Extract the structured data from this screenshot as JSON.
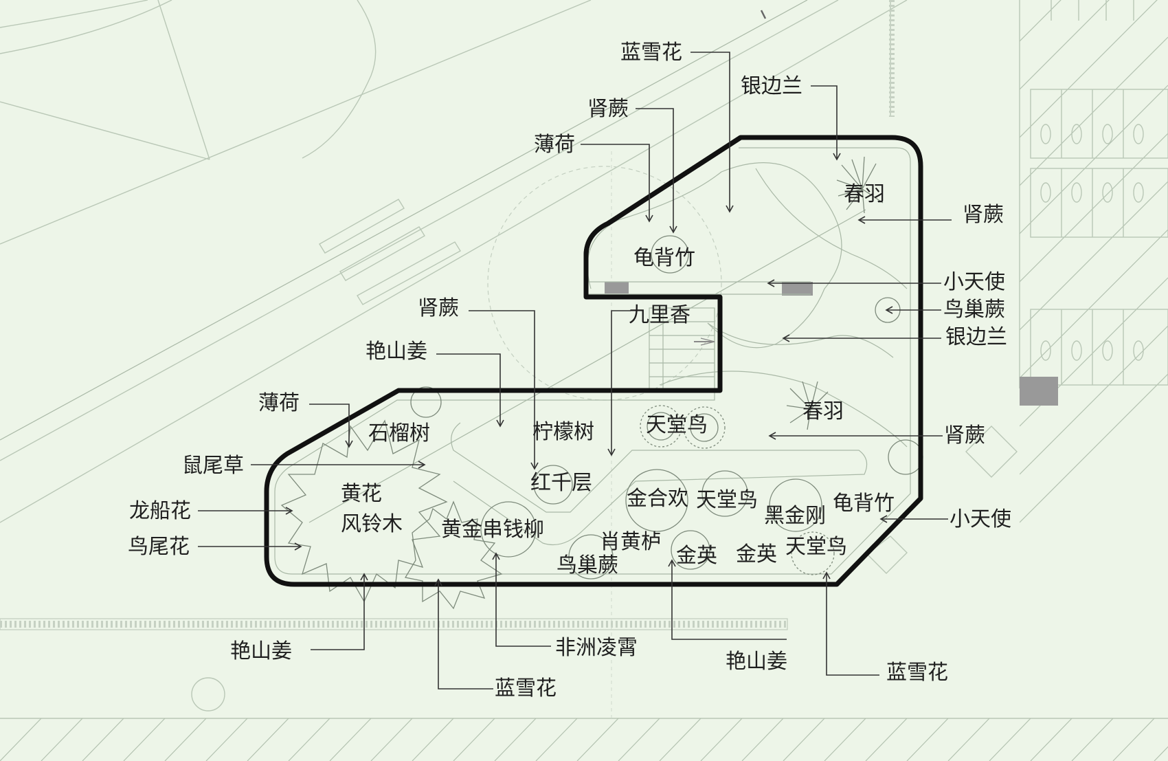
{
  "outside_labels": {
    "top_lanxuehua": "蓝雪花",
    "top_yinbianlan": "银边兰",
    "top_shenjue": "肾蕨",
    "top_bohe": "薄荷",
    "right_shenjue_1": "肾蕨",
    "right_xiaotianshi_1": "小天使",
    "right_niaochaojue": "鸟巢蕨",
    "right_yinbianlan": "银边兰",
    "right_shenjue_2": "肾蕨",
    "right_xiaotianshi_2": "小天使",
    "left_shenjue": "肾蕨",
    "left_yanshanjiang": "艳山姜",
    "left_bohe": "薄荷",
    "left_shuweicao": "鼠尾草",
    "left_longchuanhua": "龙船花",
    "left_niaoweihua": "鸟尾花",
    "bottom_yanshanjiang_1": "艳山姜",
    "bottom_lanxuehua_1": "蓝雪花",
    "bottom_feizhoulingxiao": "非洲凌霄",
    "bottom_yanshanjiang_2": "艳山姜",
    "bottom_lanxuehua_2": "蓝雪花"
  },
  "inside_labels": {
    "chunyu_1": "春羽",
    "guibeizhu_1": "龟背竹",
    "jiulixiang": "九里香",
    "chunyu_2": "春羽",
    "shiliushu": "石榴树",
    "ningmengshu": "柠檬树",
    "tiantangniao_1": "天堂鸟",
    "hongqianceng": "红千层",
    "huanghua_1": "黄花",
    "huanghua_2": "风铃木",
    "huangjinchuanqianliu": "黄金串钱柳",
    "jinhehuan": "金合欢",
    "tiantangniao_2": "天堂鸟",
    "heijingang": "黑金刚",
    "guibeizhu_2": "龟背竹",
    "xiaohuangju": "肖黄栌",
    "niaochaojue": "鸟巢蕨",
    "jinying_1": "金英",
    "jinying_2": "金英",
    "tiantangniao_3": "天堂鸟"
  },
  "colors": {
    "background": "#edf5e8",
    "boundary": "#111111",
    "context_lines": "#b9c7b6",
    "paving_block": "#999999"
  }
}
